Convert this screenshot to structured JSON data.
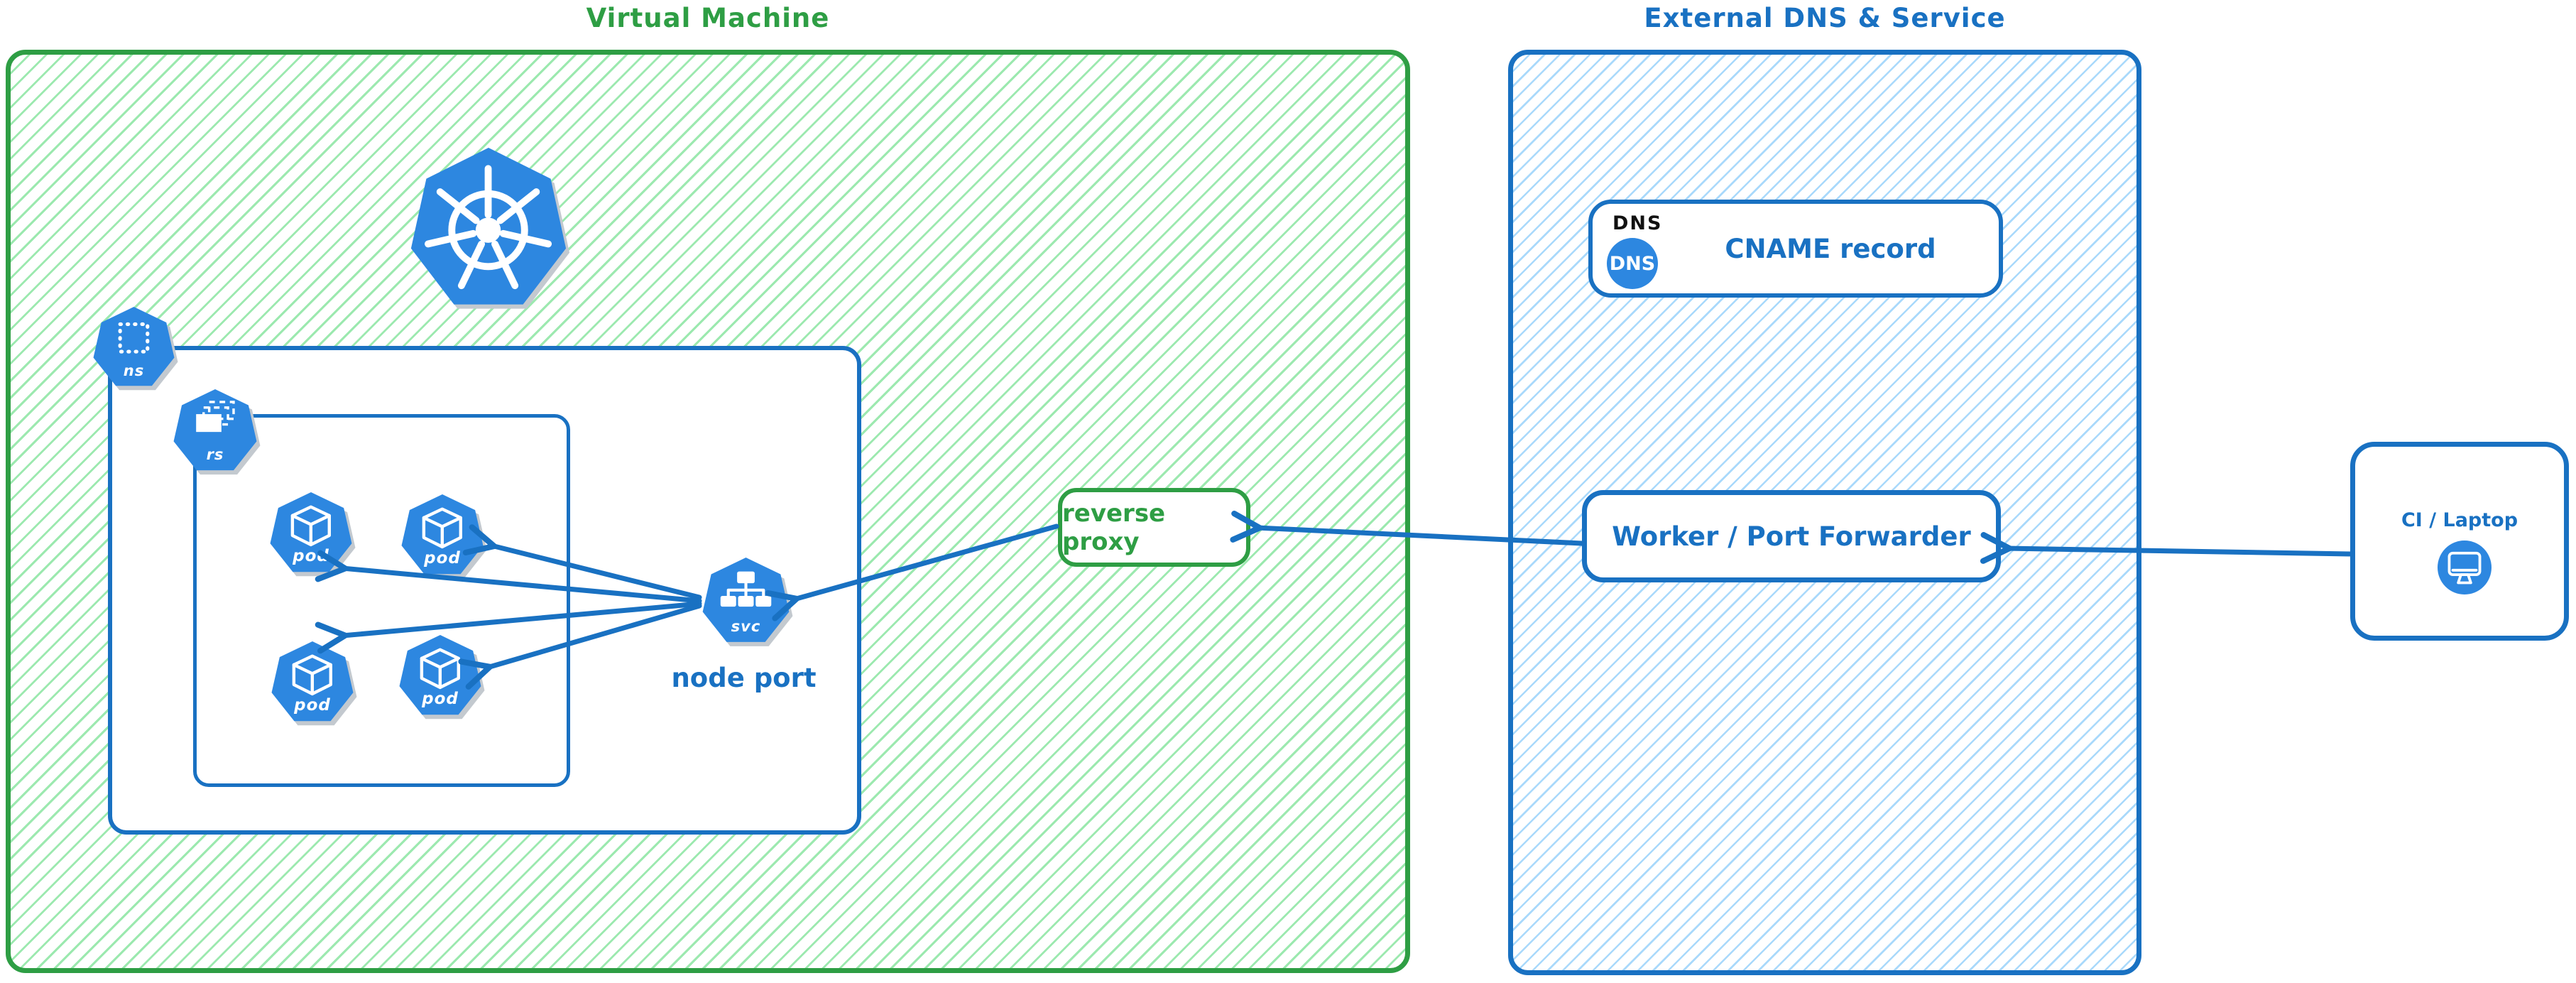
{
  "colors": {
    "green": "#2e9e44",
    "green_hatch": "#9ce9af",
    "blue": "#1971c2",
    "blue_hatch": "#a9d9fb",
    "icon_blue": "#2d87e0",
    "ink": "#111111"
  },
  "vm_region": {
    "title": "Virtual Machine",
    "namespace_icon_label": "ns",
    "replicaset_icon_label": "rs",
    "pod_labels": [
      "pod",
      "pod",
      "pod",
      "pod"
    ],
    "service_icon_label": "svc",
    "node_port_label": "node port",
    "reverse_proxy_label": "reverse proxy"
  },
  "external_region": {
    "title": "External DNS & Service",
    "dns_card": {
      "tag": "DNS",
      "icon_label": "DNS",
      "record_label": "CNAME record"
    },
    "worker_label": "Worker / Port Forwarder"
  },
  "client": {
    "label": "CI / Laptop"
  }
}
